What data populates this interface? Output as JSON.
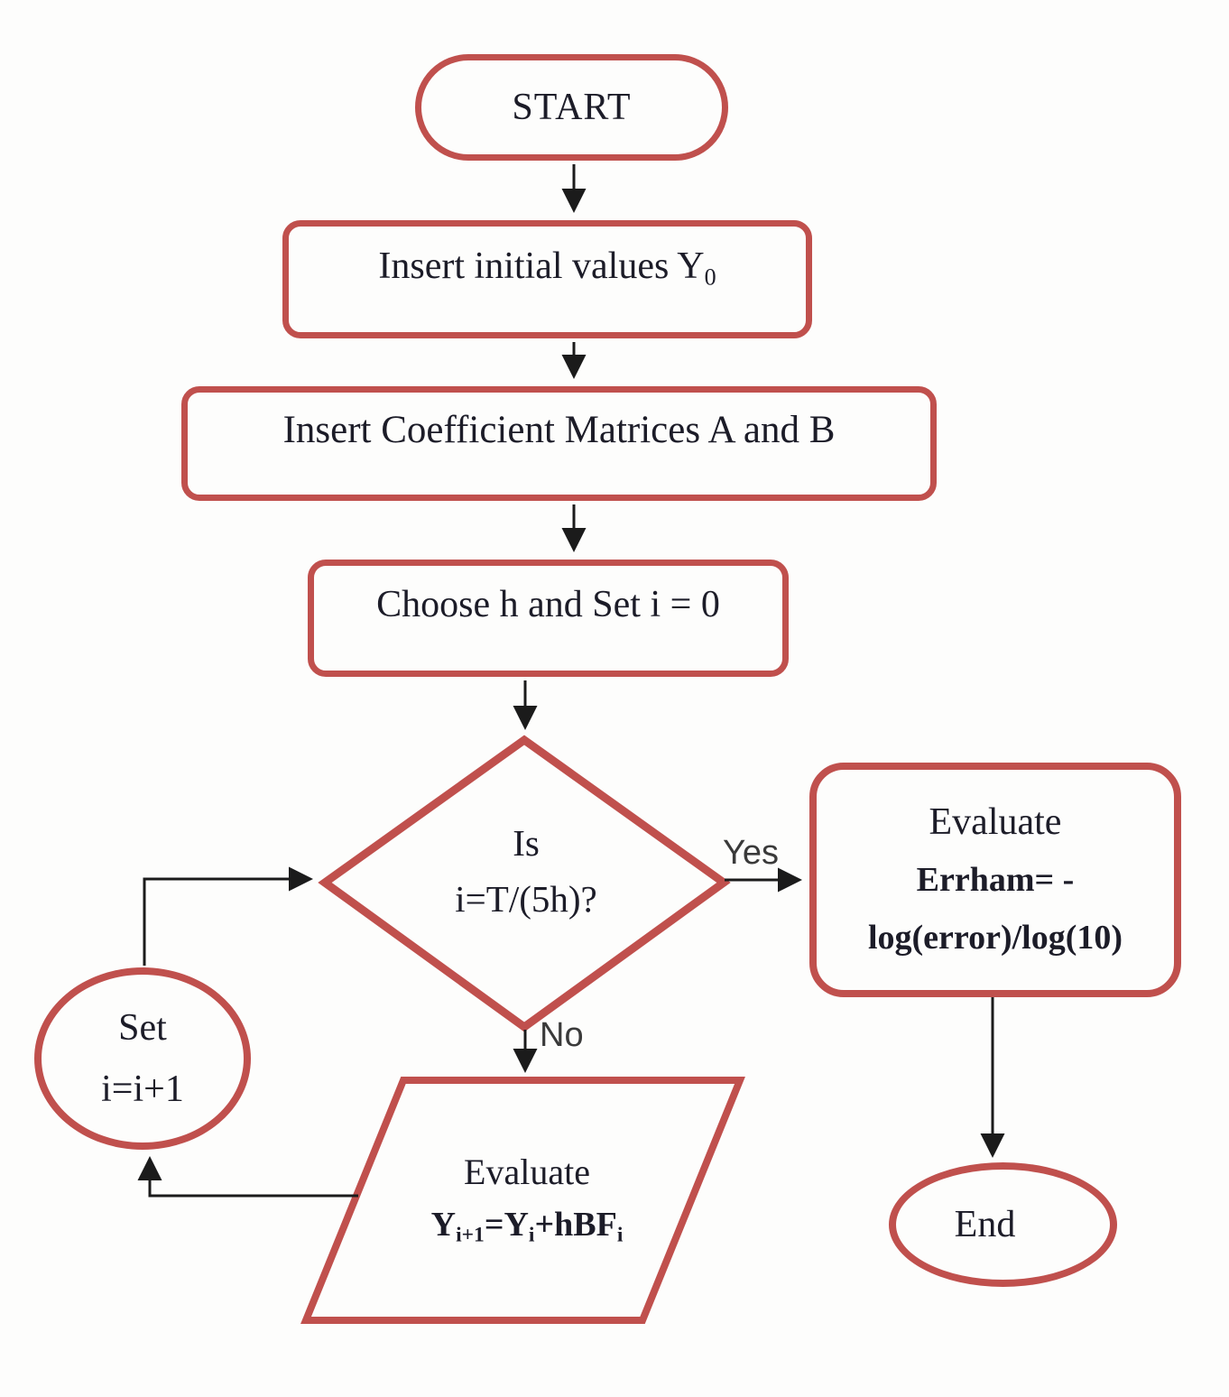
{
  "theme": {
    "background": "#fdfdfc",
    "shape_border_color": "#c0504d",
    "connector_color": "#1b1b1b",
    "text_color": "#1c1c28",
    "label_color": "#3a3a3a"
  },
  "flowchart": {
    "start": {
      "label": "START"
    },
    "insert_initial": {
      "label": "Insert initial values Y",
      "subscript": "0"
    },
    "insert_matrices": {
      "label": "Insert Coefficient Matrices A and B"
    },
    "choose_h": {
      "label": "Choose h and Set i = 0"
    },
    "decision": {
      "line1": "Is",
      "line2": "i=T/(5h)?"
    },
    "edge_yes": {
      "label": "Yes"
    },
    "edge_no": {
      "label": "No"
    },
    "evaluate_errham": {
      "line1": "Evaluate",
      "line2": "Errham= -",
      "line3": "log(error)/log(10)"
    },
    "end": {
      "label": "End"
    },
    "set_increment": {
      "line1": "Set",
      "line2": "i=i+1"
    },
    "evaluate_formula": {
      "line1": "Evaluate",
      "f_base1": "Y",
      "f_sub1": "i+1",
      "f_mid": "=Y",
      "f_sub2": "i",
      "f_tail": "+hBF",
      "f_sub3": "i"
    }
  }
}
